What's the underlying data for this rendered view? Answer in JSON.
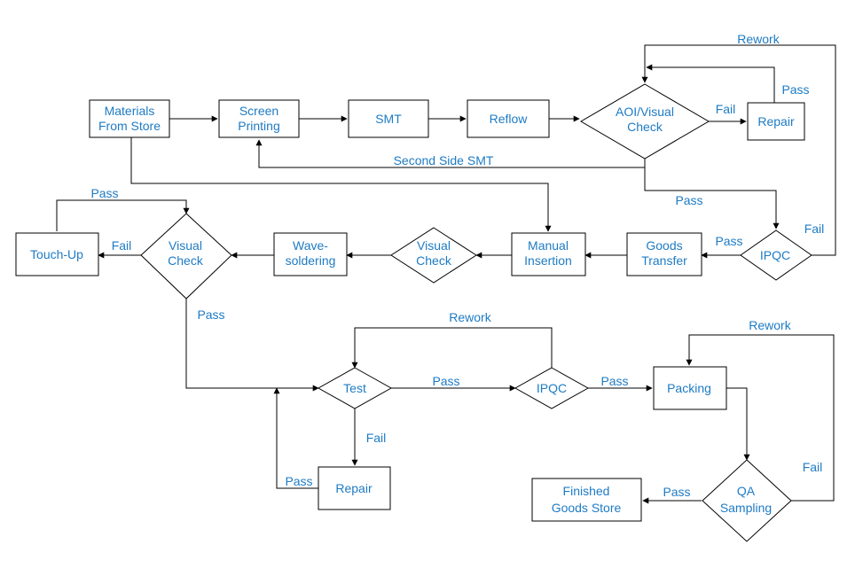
{
  "colors": {
    "text": "#1e7bc4",
    "stroke": "#000000",
    "background": "#ffffff"
  },
  "nodes": {
    "materials": [
      "Materials",
      "From Store"
    ],
    "screen_printing": [
      "Screen",
      "Printing"
    ],
    "smt": [
      "SMT"
    ],
    "reflow": [
      "Reflow"
    ],
    "aoi_visual_check": [
      "AOI/Visual",
      "Check"
    ],
    "repair_top": [
      "Repair"
    ],
    "ipqc_1": [
      "IPQC"
    ],
    "goods_transfer": [
      "Goods",
      "Transfer"
    ],
    "manual_insertion": [
      "Manual",
      "Insertion"
    ],
    "visual_check_2": [
      "Visual",
      "Check"
    ],
    "wave_soldering": [
      "Wave-",
      "soldering"
    ],
    "visual_check_1": [
      "Visual",
      "Check"
    ],
    "touch_up": [
      "Touch-Up"
    ],
    "test": [
      "Test"
    ],
    "ipqc_2": [
      "IPQC"
    ],
    "packing": [
      "Packing"
    ],
    "repair_bottom": [
      "Repair"
    ],
    "qa_sampling": [
      "QA",
      "Sampling"
    ],
    "finished_goods_store": [
      "Finished",
      "Goods Store"
    ]
  },
  "edge_labels": {
    "rework_top": "Rework",
    "pass_repair_top": "Pass",
    "fail_aoi": "Fail",
    "second_side_smt": "Second Side SMT",
    "pass_aoi_ipqc": "Pass",
    "fail_ipqc_1": "Fail",
    "pass_ipqc_1": "Pass",
    "pass_touch_up": "Pass",
    "fail_visual_check": "Fail",
    "pass_visual_check": "Pass",
    "rework_test": "Rework",
    "pass_test": "Pass",
    "pass_ipqc_2": "Pass",
    "rework_packing": "Rework",
    "fail_test": "Fail",
    "pass_repair_bottom": "Pass",
    "fail_qa": "Fail",
    "pass_qa": "Pass"
  }
}
